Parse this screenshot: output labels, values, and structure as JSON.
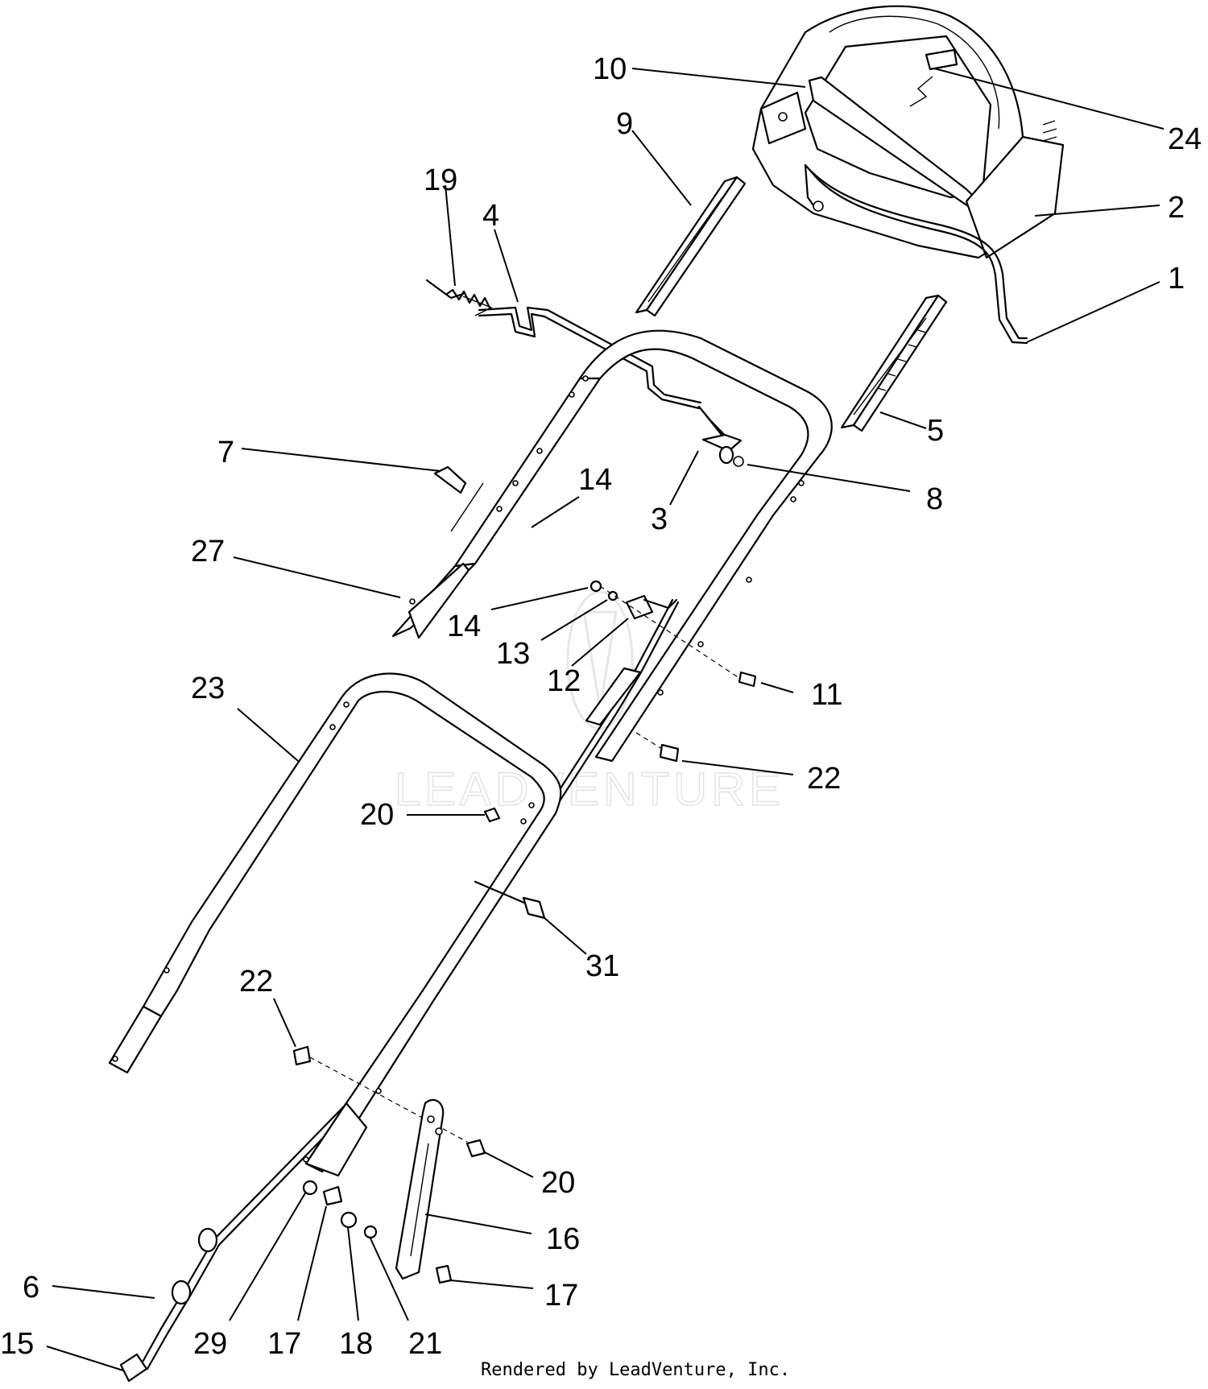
{
  "callouts": [
    "10",
    "24",
    "9",
    "2",
    "19",
    "4",
    "1",
    "5",
    "7",
    "14",
    "3",
    "8",
    "27",
    "14",
    "13",
    "12",
    "11",
    "23",
    "22",
    "20",
    "31",
    "22",
    "20",
    "16",
    "17",
    "6",
    "29",
    "17",
    "18",
    "21",
    "15"
  ],
  "watermark": "LEADVENTURE",
  "footer": "Rendered by LeadVenture, Inc."
}
